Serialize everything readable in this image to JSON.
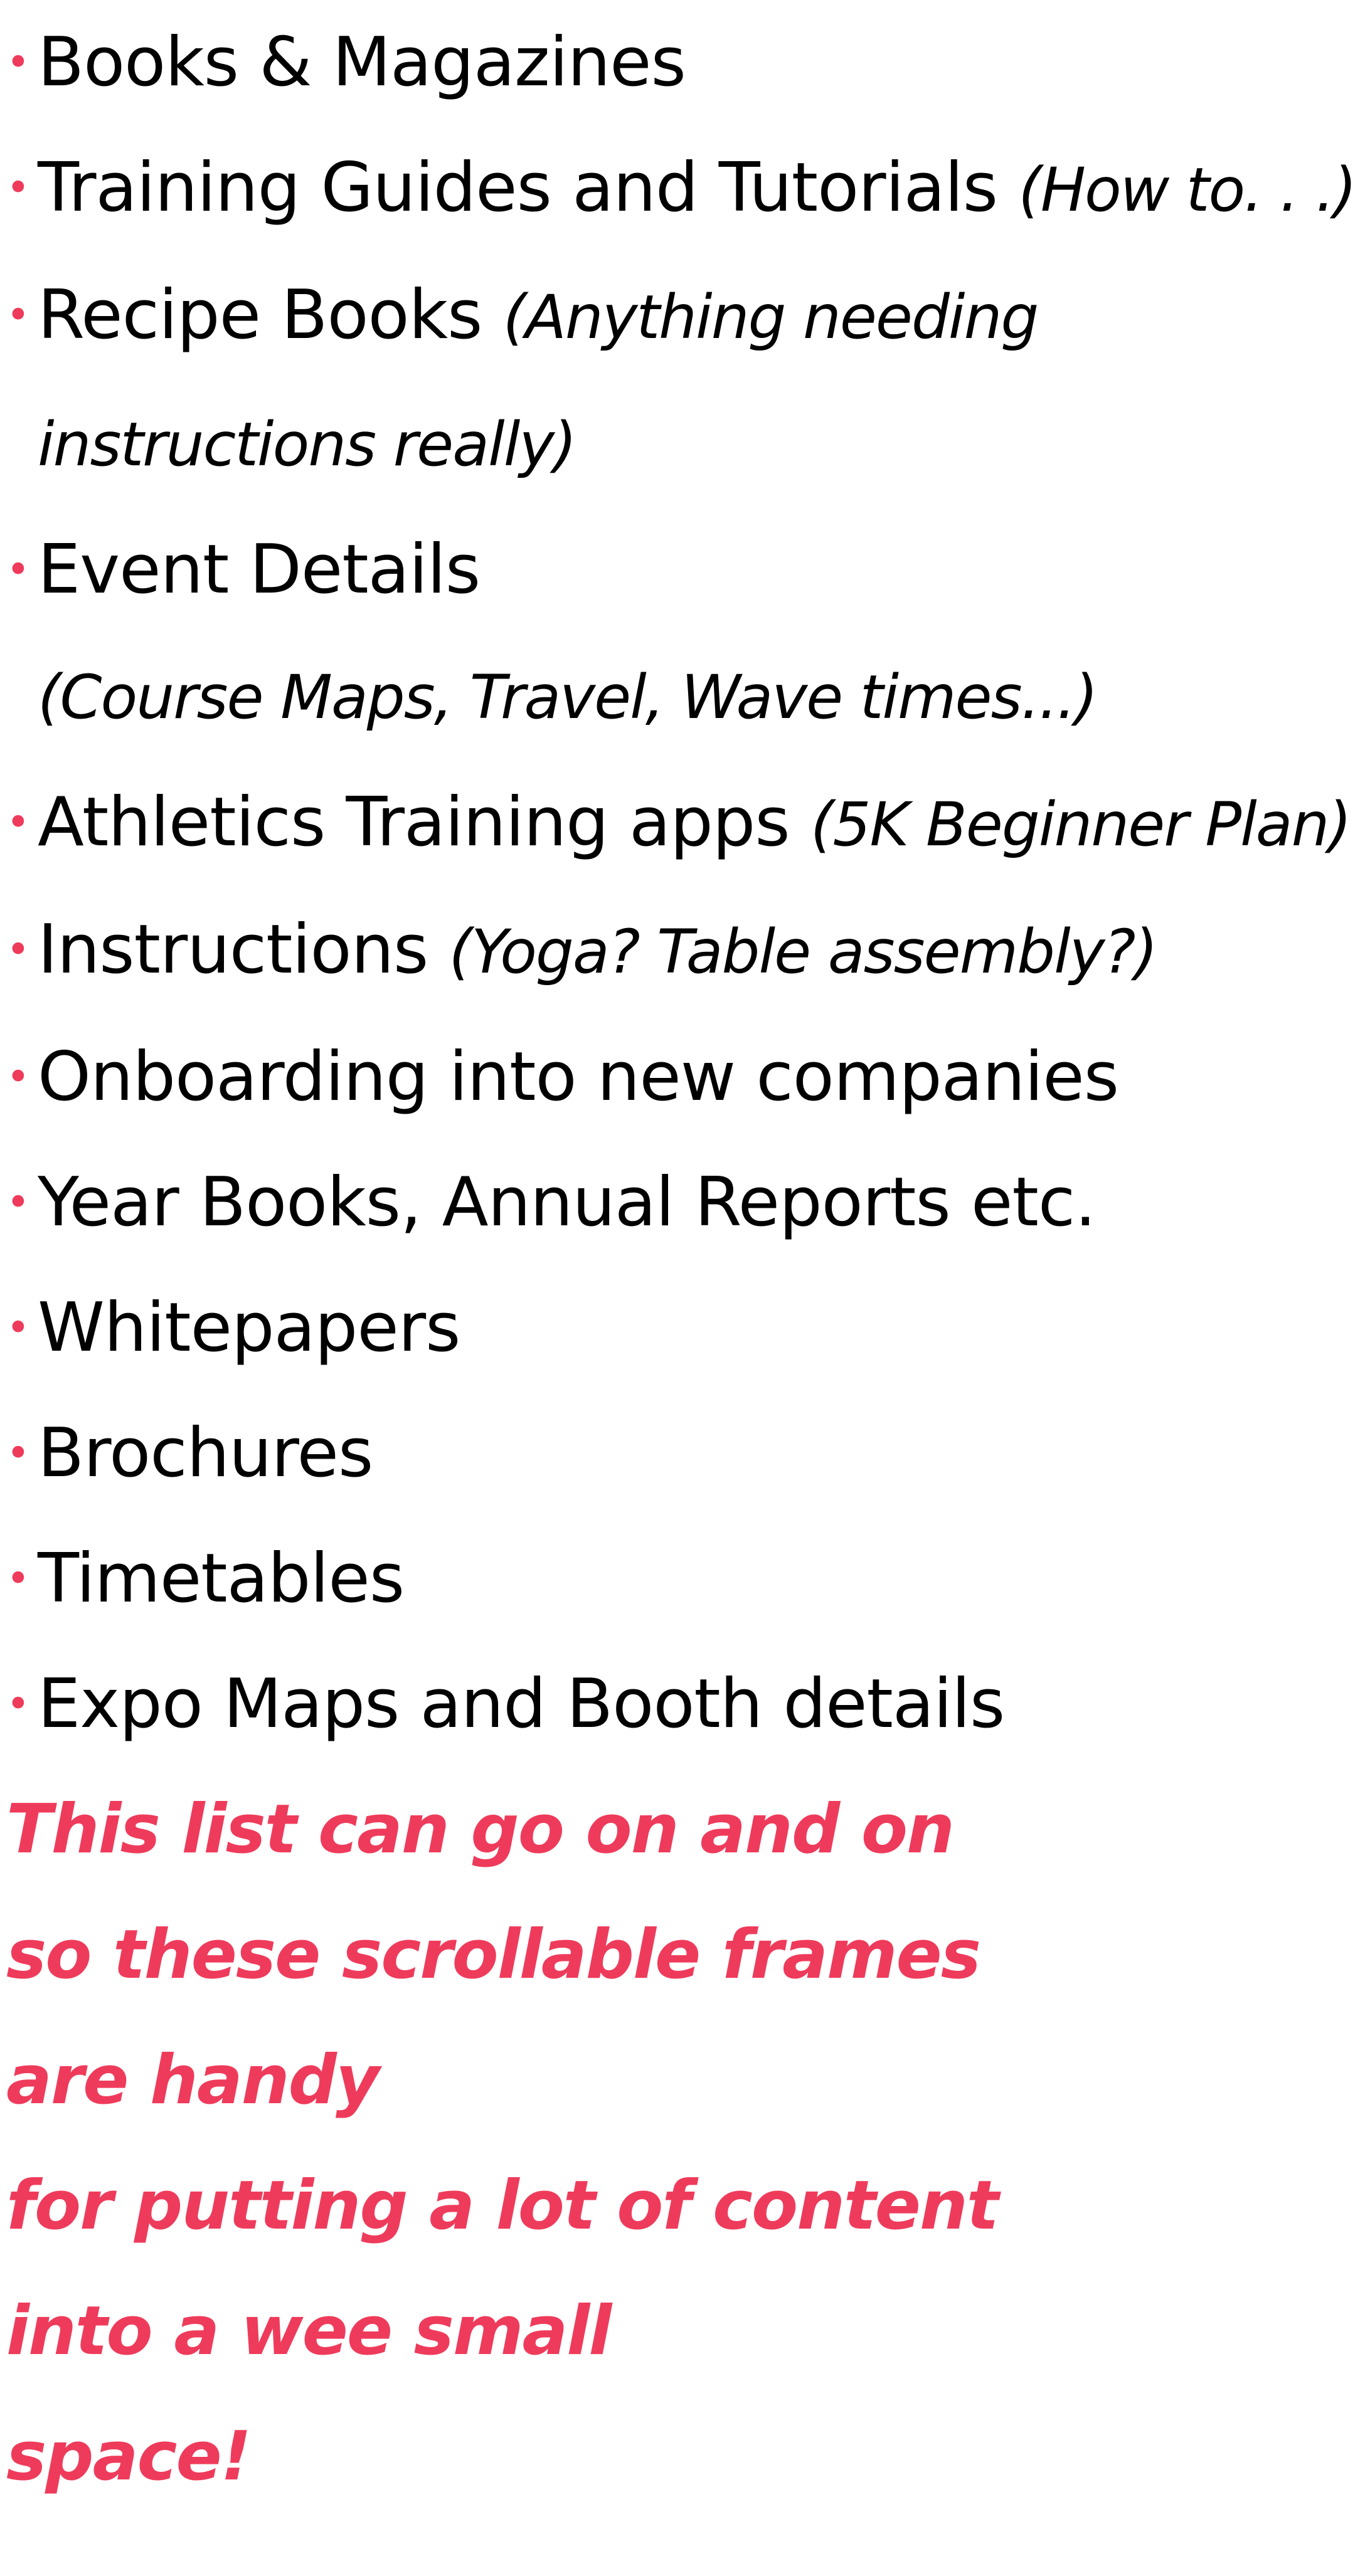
{
  "colors": {
    "accent": "#ef3b5b",
    "text": "#000000",
    "background": "#ffffff"
  },
  "list": {
    "items": [
      {
        "main": "Books & Magazines",
        "note": ""
      },
      {
        "main": "Training Guides and Tutorials",
        "note": "(How to. . .)"
      },
      {
        "main": "Recipe Books",
        "note": "(Anything needing instructions really)"
      },
      {
        "main": "Event Details",
        "note": "(Course Maps, Travel, Wave times...)"
      },
      {
        "main": "Athletics Training apps",
        "note": "(5K Beginner Plan)"
      },
      {
        "main": "Instructions",
        "note": "(Yoga? Table assembly?)"
      },
      {
        "main": "Onboarding into new companies",
        "note": ""
      },
      {
        "main": "Year Books, Annual Reports etc.",
        "note": ""
      },
      {
        "main": "Whitepapers",
        "note": ""
      },
      {
        "main": "Brochures",
        "note": ""
      },
      {
        "main": "Timetables",
        "note": ""
      },
      {
        "main": "Expo Maps and Booth details",
        "note": ""
      }
    ]
  },
  "footer": {
    "lines": [
      "This list can go on and on",
      "so these scrollable frames",
      "are handy",
      "for putting a lot of content",
      "into a wee small",
      "space!"
    ]
  }
}
